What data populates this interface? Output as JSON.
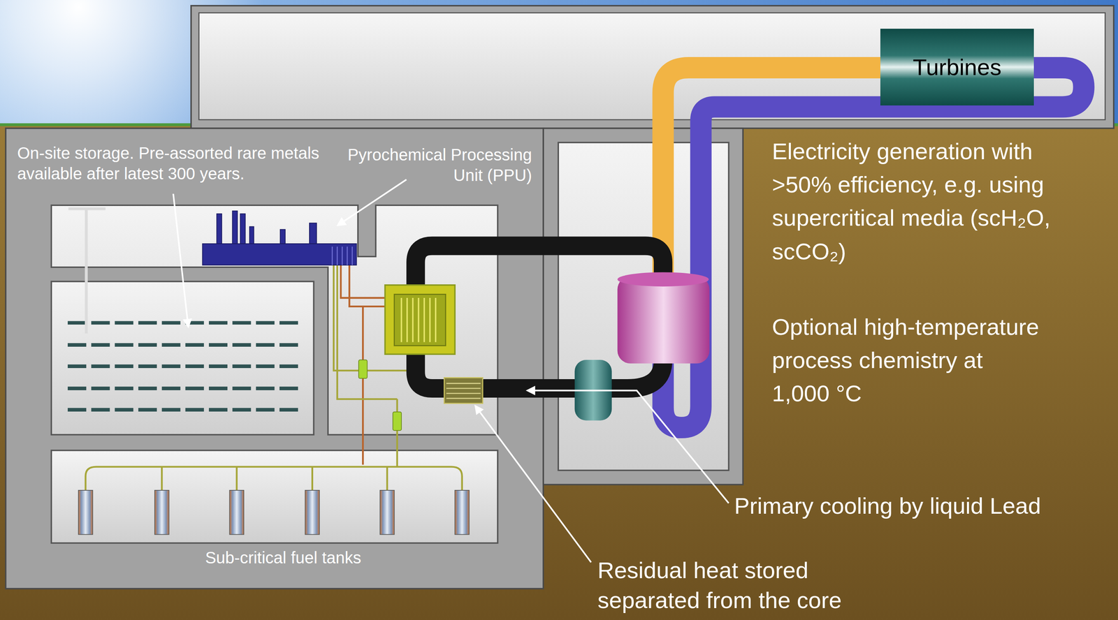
{
  "diagram": {
    "nodes": [
      {
        "text": [
          "Turbines"
        ]
      }
    ],
    "labels": [
      "On-site storage. Pre-assorted rare metals available after latest 300 years.",
      "Pyrochemical Processing Unit (PPU)",
      "Electricity generation with >50% efficiency, e.g. using supercritical media (scH₂O, scCO₂)",
      "Optional high-temperature process chemistry at 1,000 °C",
      "Primary cooling by liquid Lead",
      "Residual heat stored separated from the core",
      "Sub-critical fuel tanks"
    ]
  }
}
